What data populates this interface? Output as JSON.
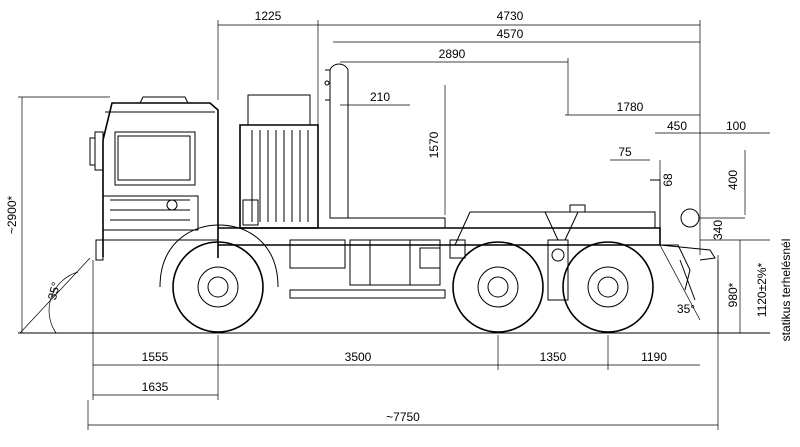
{
  "drawing": {
    "title": "6x6 truck chassis side view dimension drawing",
    "dimensions": {
      "d1225": "1225",
      "d4730": "4730",
      "d4570": "4570",
      "d2890": "2890",
      "d210": "210",
      "d1570": "1570",
      "d1780": "1780",
      "d450": "450",
      "d100": "100",
      "d75": "75",
      "d68": "68",
      "d400": "400",
      "d340": "340",
      "d2900": "~2900*",
      "d980": "980*",
      "d1120": "1120±2%*",
      "statikus": "statikus terhelésnél",
      "angle_front": "35°",
      "angle_rear": "35°",
      "d1555": "1555",
      "d3500": "3500",
      "d1350": "1350",
      "d1190": "1190",
      "d1635": "1635",
      "d7750": "~7750"
    }
  }
}
